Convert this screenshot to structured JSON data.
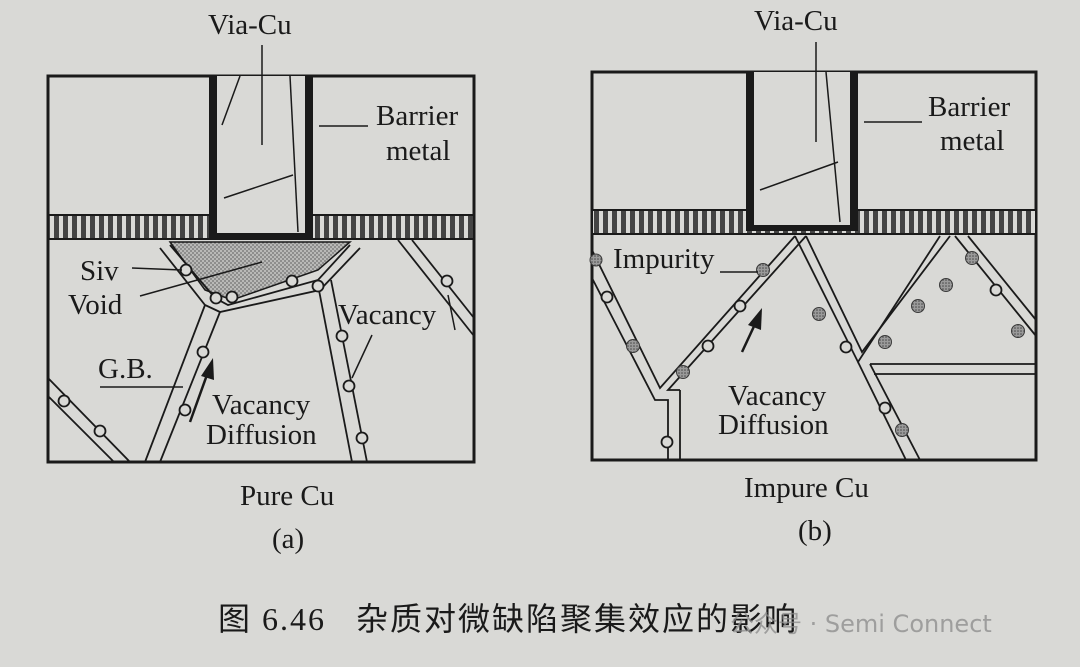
{
  "panel_a": {
    "via_label": "Via-Cu",
    "barrier_label_1": "Barrier",
    "barrier_label_2": "metal",
    "siv_label": "Siv",
    "void_label": "Void",
    "vacancy_label": "Vacancy",
    "gb_label": "G.B.",
    "diffusion_label_1": "Vacancy",
    "diffusion_label_2": "Diffusion",
    "title": "Pure Cu",
    "tag": "(a)"
  },
  "panel_b": {
    "via_label": "Via-Cu",
    "barrier_label_1": "Barrier",
    "barrier_label_2": "metal",
    "impurity_label": "Impurity",
    "diffusion_label_1": "Vacancy",
    "diffusion_label_2": "Diffusion",
    "title": "Impure Cu",
    "tag": "(b)"
  },
  "caption": "图 6.46   杂质对微缺陷聚集效应的影响",
  "watermark": "公众号 · Semi Connect",
  "colors": {
    "ink": "#1a1a1a",
    "paper": "#d9d9d6",
    "impurity": "#6e6e6e",
    "void_fill": "#a9a9a9"
  }
}
